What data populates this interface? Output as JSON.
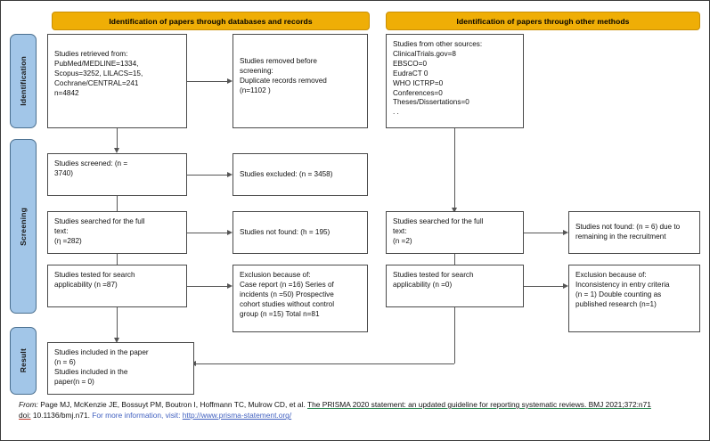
{
  "diagram": {
    "title": "PRISMA 2020 flow diagram",
    "colors": {
      "header_gold": "#efae06",
      "stage_blue": "#a2c6e8",
      "box_border": "#4a4a4a",
      "link_blue": "#3f5fbf"
    }
  },
  "headers": {
    "left": "Identification of papers through databases and records",
    "right": "Identification of papers through other methods"
  },
  "stages": {
    "identification": "Identification",
    "screening": "Screening",
    "result": "Result"
  },
  "boxes": {
    "records_identified": "Studies retrieved from:\nPubMed/MEDLINE=1334,\nScopus=3252, LILACS=15,\nCochrane/CENTRAL=241\nn=4842",
    "records_removed": "Studies removed before\nscreening:\n    Duplicate records removed\n              (n=1102 )",
    "other_sources": "Studies from other sources:\nClinicalTrials.gov=8\nEBSCO=0\nEudraCT 0\nWHO ICTRP=0\nConferences=0\nTheses/Dissertations=0\n  . .",
    "records_screened": "Studies screened: (n =\n3740)",
    "records_excluded": "Studies excluded: (n = 3458)",
    "fulltext_sought_left": "Studies searched for the full\ntext:\n(η =282)",
    "fulltext_notfound_left": "Studies not found: (h = 195)",
    "fulltext_sought_right": "Studies searched for the full\ntext:\n(n =2)",
    "fulltext_notfound_right": "Studies not found: (n = 6) due to\nremaining in the recruitment",
    "assessed_left": "Studies tested for search\napplicability (n =87)",
    "excluded_left": "Exclusion because of:\n    Case report (n =16) Series of\nincidents (n =50) Prospective\ncohort studies without control\ngroup (n =15) Total n=81",
    "assessed_right": "Studies tested for search\napplicability (n =0)",
    "excluded_right": "Exclusion because of:\n    Inconsistency in entry criteria\n(n = 1) Double counting as\npublished research (n=1)",
    "included": "Studies included in the paper\n(n = 6)\nStudies included in the\npaper(n = 0)"
  },
  "footer": {
    "from_label": "From:",
    "authors": "Page MJ, McKenzie JE, Bossuyt PM, Boutron I, Hoffmann TC, Mulrow CD, et al.",
    "citation": "The PRISMA 2020 statement: an updated guideline for reporting systematic reviews. BMJ 2021;372:n71",
    "doi_label": "doi:",
    "doi_value": "10.1136/bmj.n71.",
    "more_info": "For more information, visit:",
    "url": "http://www.prisma-statement.org/"
  }
}
